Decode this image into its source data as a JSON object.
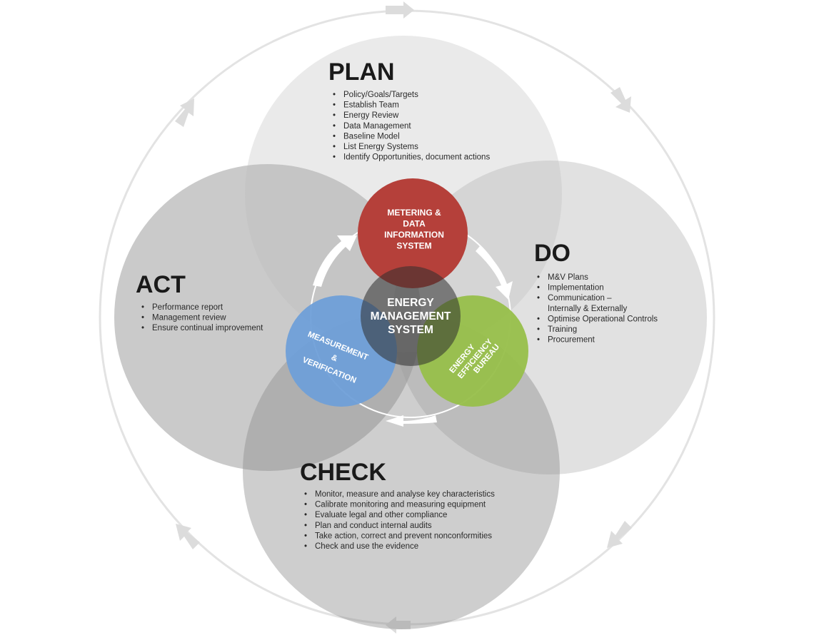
{
  "plan": {
    "title": "PLAN",
    "items": [
      "Policy/Goals/Targets",
      "Establish Team",
      "Energy Review",
      "Data Management",
      "Baseline Model",
      "List Energy Systems",
      "Identify Opportunities, document actions"
    ]
  },
  "do": {
    "title": "DO",
    "items": [
      "M&V Plans",
      "Implementation",
      "Communication –",
      "Internally & Externally",
      "Optimise Operational Controls",
      "Training",
      "Procurement"
    ]
  },
  "check": {
    "title": "CHECK",
    "items": [
      "Monitor, measure and analyse key characteristics",
      "Calibrate monitoring and measuring equipment",
      "Evaluate legal and other compliance",
      "Plan and conduct internal audits",
      "Take action, correct and prevent nonconformities",
      "Check and use the evidence"
    ]
  },
  "act": {
    "title": "ACT",
    "items": [
      "Performance report",
      "Management review",
      "Ensure continual improvement"
    ]
  },
  "core": {
    "metering": [
      "METERING &",
      "DATA",
      "INFORMATION",
      "SYSTEM"
    ],
    "ems": [
      "ENERGY",
      "MANAGEMENT",
      "SYSTEM"
    ],
    "mv": [
      "MEASUREMENT",
      "&",
      "VERIFICATION"
    ],
    "eeb": [
      "ENERGY",
      "EFFICIENCY",
      "BUREAU"
    ]
  },
  "colors": {
    "metering": "#b5403a",
    "mv": "#6f9fd8",
    "eeb": "#97bf4a",
    "ems": "#3a3a3a"
  }
}
